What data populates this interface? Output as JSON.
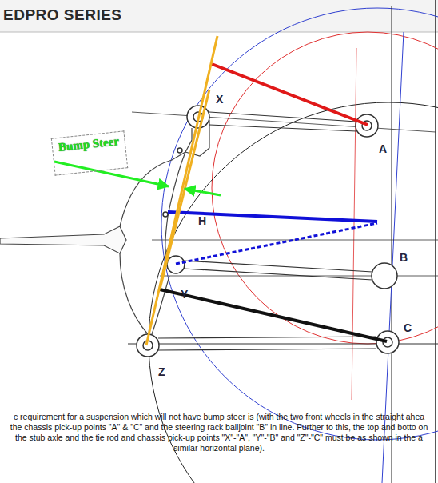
{
  "diagram": {
    "title": "EDPRO SERIES",
    "caption": "c requirement for a suspension which will not have bump steer is (with the two front wheels in the straight ahea the chassis pick-up points \"A\" & \"C\" and the steering rack balljoint \"B\" in line. Further to this, the top and botto on the stub axle and the tie rod and chassis pick-up points \"X\"-\"A\", \"Y\"-\"B\" and \"Z\"-\"C\" must be as shown in the a similar horizontal plane).",
    "nodes": [
      {
        "text": [
          "Bump Steer"
        ]
      }
    ],
    "labels": [
      "X",
      "A",
      "H",
      "B",
      "C",
      "Z",
      "Y"
    ]
  }
}
